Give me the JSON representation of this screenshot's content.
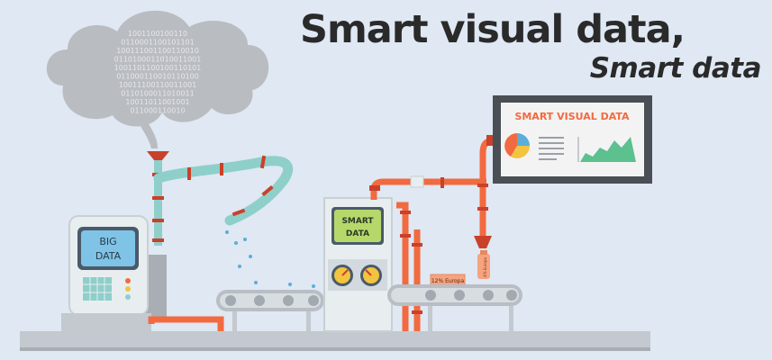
{
  "header": {
    "title": "Smart visual data,",
    "subtitle": "Smart data"
  },
  "cloud": {
    "binary_rows": [
      "1001100100110",
      "0110001100101101",
      "100111001100110010",
      "0110100011010011001",
      "1001101100100110101",
      "011000110010110100",
      "10011100110011001",
      "0110100011010011",
      "10011011001001",
      "011000110010"
    ]
  },
  "machines": {
    "big_data_label_1": "BIG",
    "big_data_label_2": "DATA",
    "smart_data_label_1": "SMART",
    "smart_data_label_2": "DATA",
    "tag_label": "12% Europa",
    "bottle_label": "4% Europa"
  },
  "monitor": {
    "title": "SMART VISUAL DATA"
  },
  "colors": {
    "background": "#dfe8f3",
    "pipe_teal": "#8ecfca",
    "pipe_orange": "#f26a3f",
    "band_red": "#c9412a",
    "machine_body": "#e8eef0",
    "screen_blue": "#7fc4e6",
    "screen_green": "#b6d86a",
    "chart_green": "#5cc08f"
  }
}
